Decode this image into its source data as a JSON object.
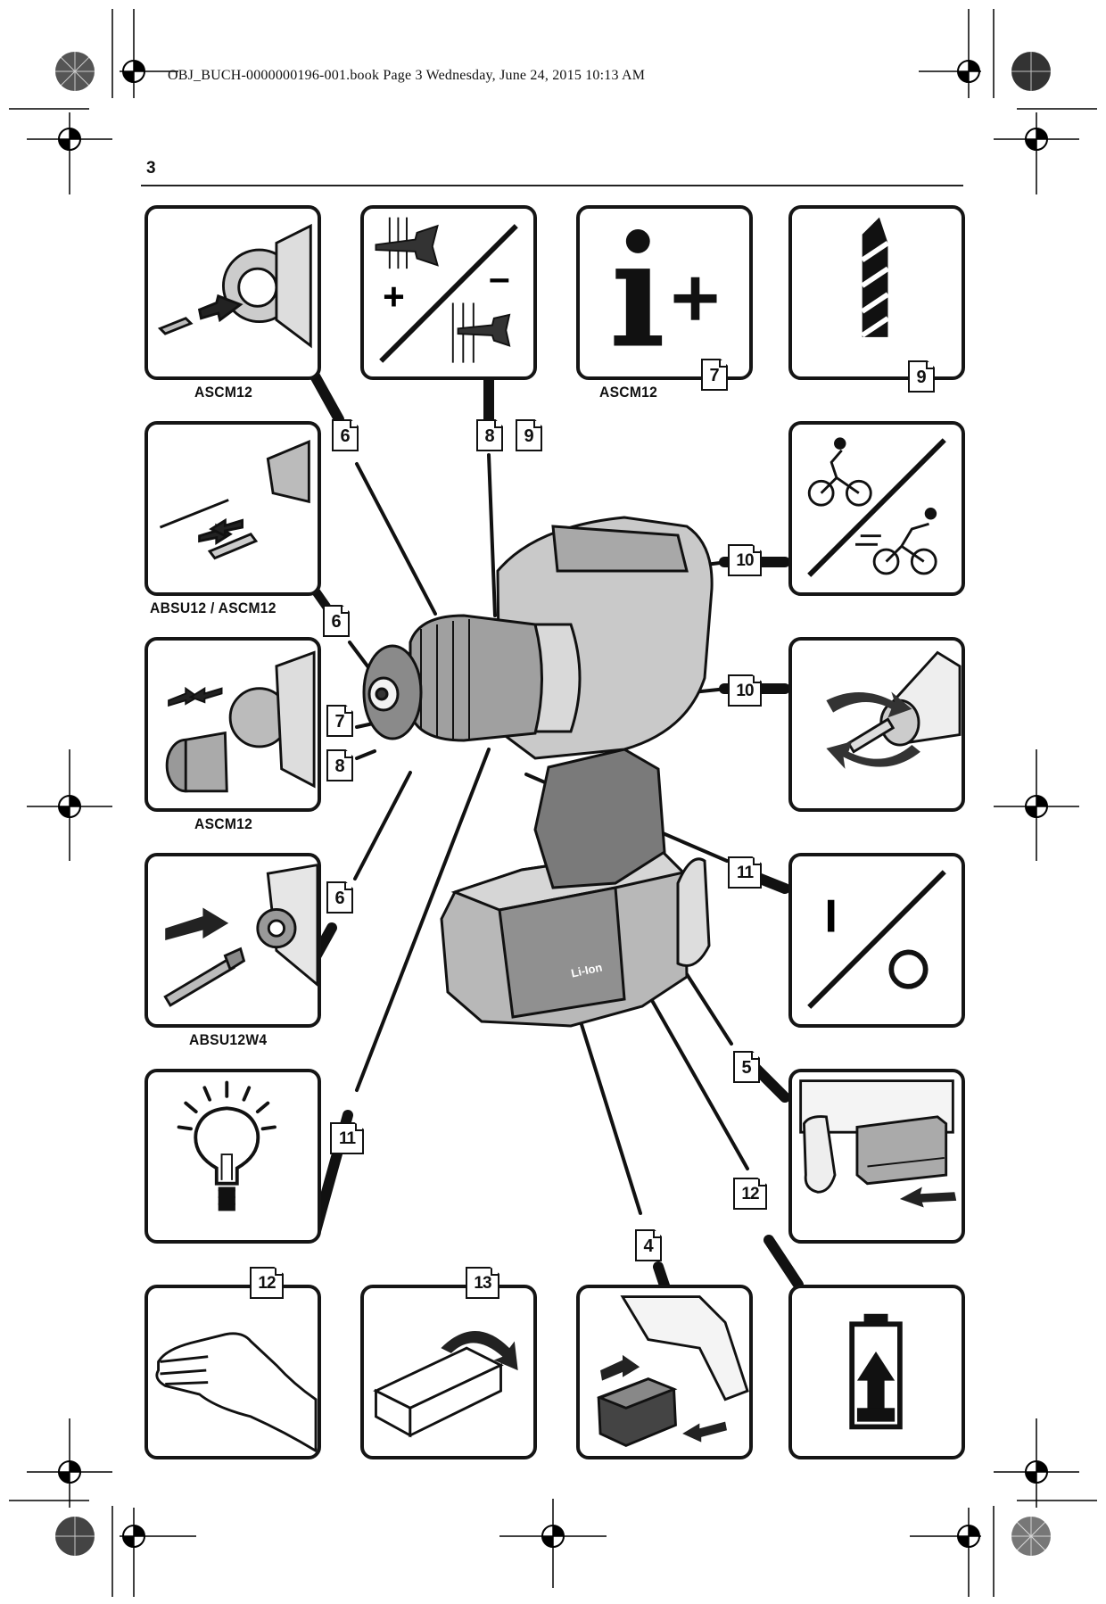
{
  "header": {
    "print_line": "OBJ_BUCH-0000000196-001.book  Page 3  Wednesday, June 24, 2015  10:13 AM",
    "page_number": "3"
  },
  "panels": {
    "bit_insert": {
      "model": "ASCM12",
      "icon": "bit-insert-icon"
    },
    "screw_direction": {
      "icon": "screw-direction-icon",
      "plus": "+",
      "minus": "–"
    },
    "info_plus": {
      "model": "ASCM12",
      "icon": "info-plus-icon",
      "ref": "7"
    },
    "drill_bit": {
      "icon": "drill-bit-icon",
      "ref": "9"
    },
    "bit_swap": {
      "model": "ABSU12 / ASCM12",
      "icon": "bit-swap-icon"
    },
    "gear_speed": {
      "icon": "bicycle-speed-icon"
    },
    "chuck_change": {
      "model": "ASCM12",
      "icon": "chuck-change-icon"
    },
    "rotation_direction": {
      "icon": "rotation-direction-icon"
    },
    "angle_head": {
      "model": "ABSU12W4",
      "icon": "angle-head-icon"
    },
    "on_off": {
      "icon": "on-off-icon",
      "on": "I"
    },
    "work_light": {
      "icon": "lightbulb-icon"
    },
    "battery_release": {
      "icon": "battery-release-icon"
    },
    "hand": {
      "icon": "hand-icon",
      "ref": "12"
    },
    "box": {
      "icon": "packaging-box-icon",
      "ref": "13"
    },
    "battery_change": {
      "icon": "battery-change-icon"
    },
    "battery_charge": {
      "icon": "battery-charge-icon"
    }
  },
  "callouts": {
    "c6a": "6",
    "c6b": "6",
    "c6c": "6",
    "c8": "8",
    "c9": "9",
    "c7": "7",
    "c8b": "8",
    "c10a": "10",
    "c10b": "10",
    "c11a": "11",
    "c11b": "11",
    "c5": "5",
    "c12": "12",
    "c4": "4"
  },
  "drill": {
    "battery_label": "Li-Ion",
    "icon": "cordless-drill-icon"
  }
}
